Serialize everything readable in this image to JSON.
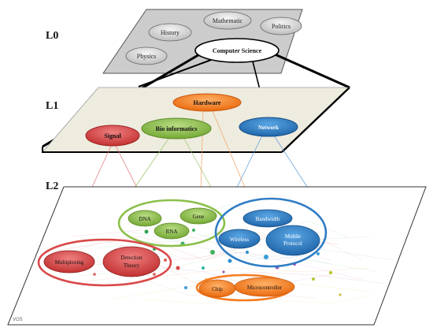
{
  "levels": {
    "l0": "L0",
    "l1": "L1",
    "l2": "L2"
  },
  "l0_nodes": {
    "history": "History",
    "mathematic": "Mathematic",
    "politics": "Politics",
    "physics": "Physics",
    "computer_science": "Computer Science"
  },
  "l1_nodes": {
    "hardware": "Hardware",
    "signal": "Signal",
    "bioinformatics": "Bio informatics",
    "network": "Network"
  },
  "l2_nodes": {
    "dna": "DNA",
    "gene": "Gene",
    "rna": "RNA",
    "bandwidth": "Bandwidth",
    "wireless": "Wireless",
    "mobile_line1": "Mobile",
    "mobile_line2": "Protocol",
    "multiplexing": "Multiplexing",
    "detection_line1": "Detection",
    "detection_line2": "Theory",
    "chip": "Chip",
    "microcontroller": "Microcontroller"
  },
  "watermark": "VOS",
  "colors": {
    "hardware": "#f57c20",
    "signal": "#d94848",
    "bioinformatics": "#8bbf4a",
    "network": "#2f7cc4",
    "l0_plane": "#cfcfcf",
    "l1_plane": "#eeecdf",
    "computer_science": "#ffffff"
  }
}
